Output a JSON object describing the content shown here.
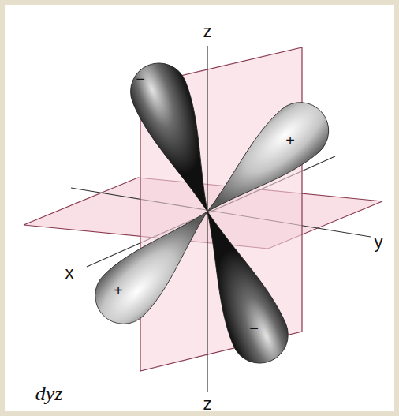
{
  "diagram": {
    "labels": [
      "z",
      "−",
      "+",
      "y",
      "x",
      "+",
      "−",
      "dyz",
      "z"
    ]
  }
}
